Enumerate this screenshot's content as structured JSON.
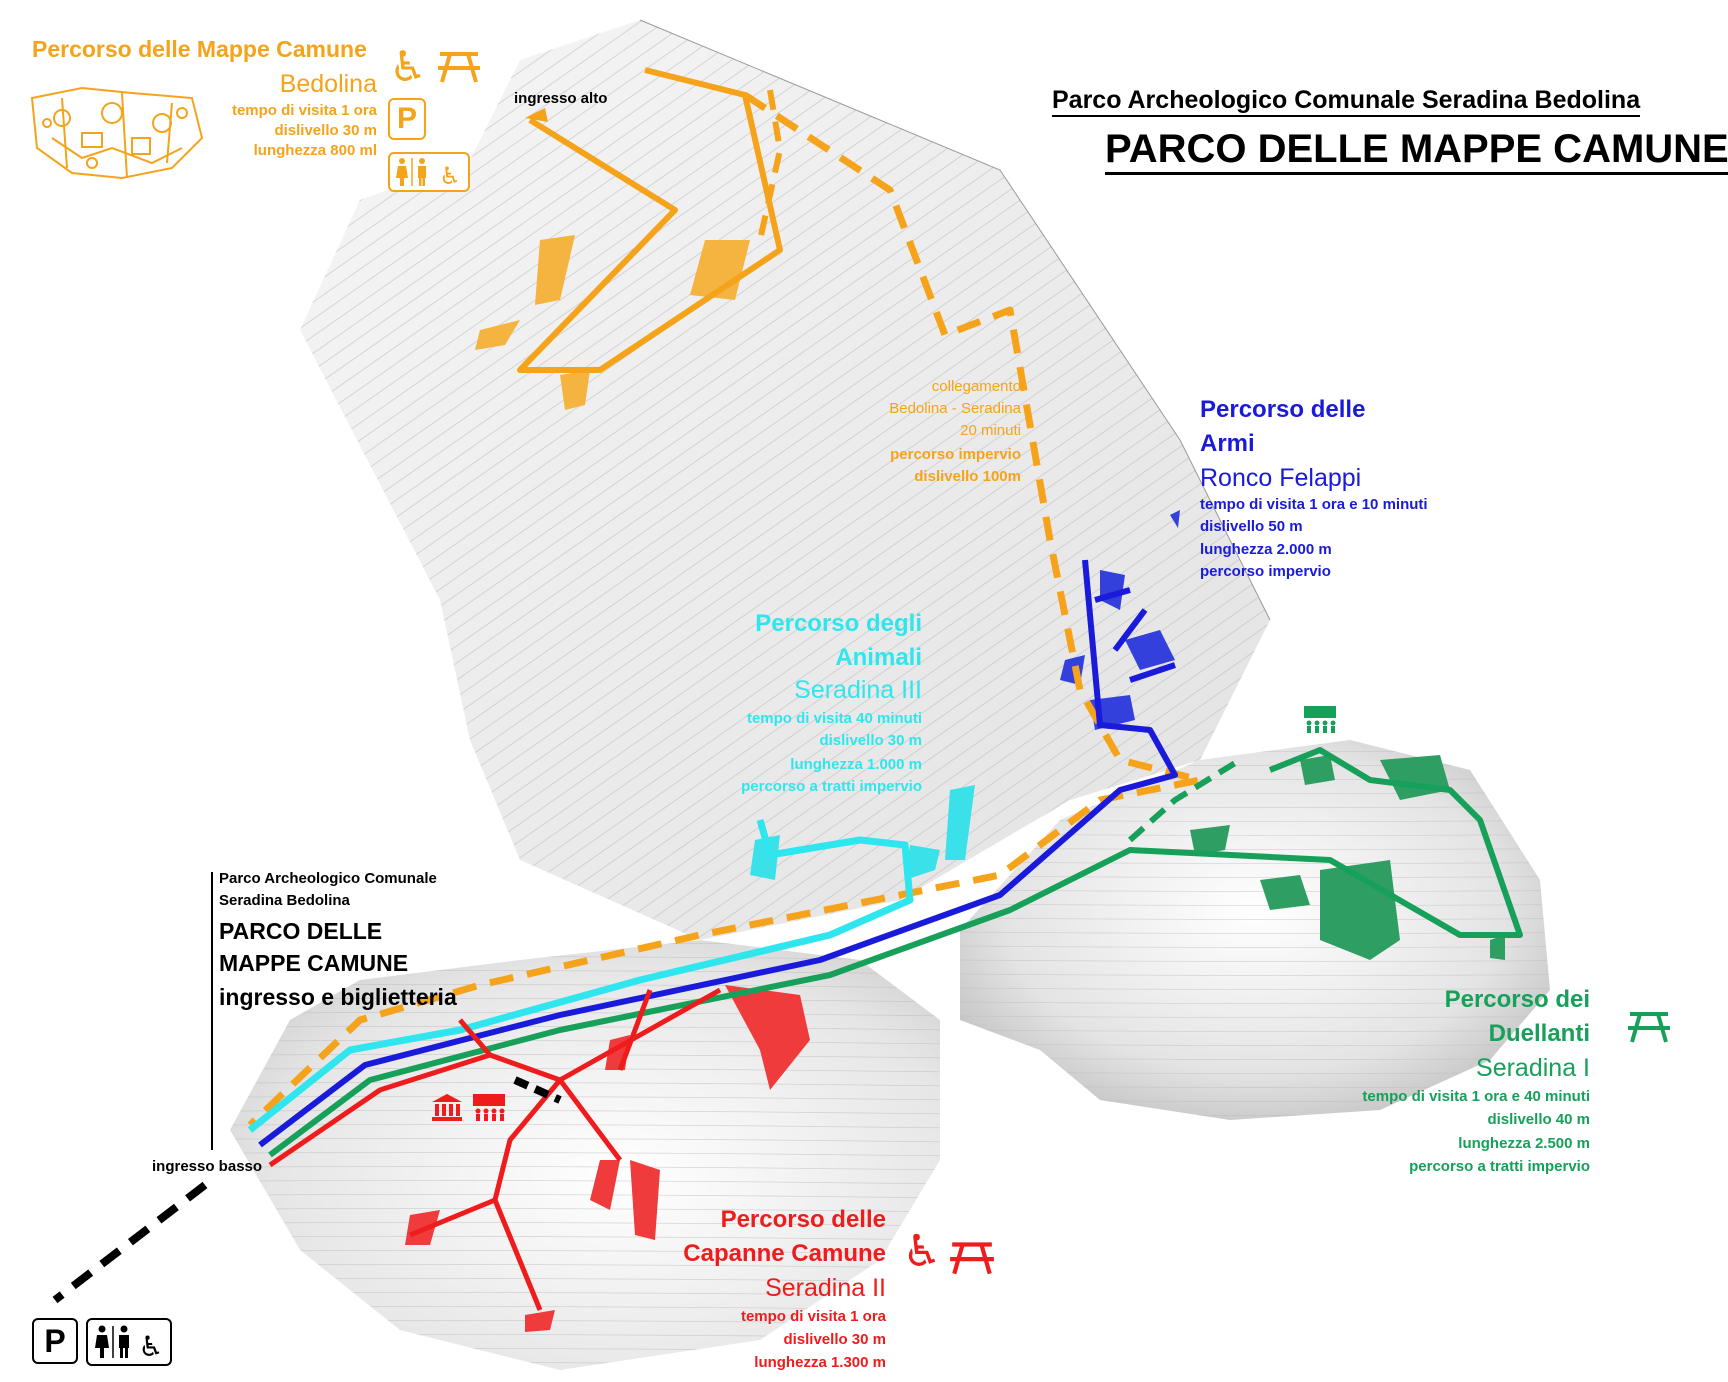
{
  "header": {
    "park_name": "Parco Archeologico Comunale Seradina Bedolina",
    "title": "PARCO DELLE MAPPE CAMUNE"
  },
  "entrance_sign": {
    "line1": "Parco Archeologico Comunale",
    "line2": "Seradina Bedolina",
    "title_line1": "PARCO DELLE",
    "title_line2": "MAPPE CAMUNE",
    "subtitle": "ingresso e biglietteria"
  },
  "places": {
    "upper_entrance": "ingresso alto",
    "lower_entrance": "ingresso basso"
  },
  "connection": {
    "line1": "collegamento",
    "line2": "Bedolina - Seradina",
    "line3": "20 minuti",
    "line4": "percorso impervio",
    "line5": "dislivello 100m",
    "color": "#f5a31a"
  },
  "routes": {
    "mappe": {
      "title": "Percorso delle Mappe Camune",
      "site": "Bedolina",
      "time": "tempo di visita 1 ora",
      "elevation": "dislivello 30 m",
      "length": "lunghezza 800 ml",
      "color": "#f5a31a"
    },
    "armi": {
      "title_line1": "Percorso delle",
      "title_line2": "Armi",
      "site": "Ronco Felappi",
      "time": "tempo di visita 1 ora e 10 minuti",
      "elevation": "dislivello 50 m",
      "length": "lunghezza 2.000 m",
      "note": "percorso impervio",
      "color": "#1a1adb"
    },
    "animali": {
      "title_line1": "Percorso degli",
      "title_line2": "Animali",
      "site": "Seradina III",
      "time": "tempo di visita 40 minuti",
      "elevation": "dislivello 30 m",
      "length": "lunghezza 1.000 m",
      "note": "percorso a tratti impervio",
      "color": "#2fe6ee"
    },
    "duellanti": {
      "title_line1": "Percorso dei",
      "title_line2": "Duellanti",
      "site": "Seradina I",
      "time": "tempo di visita 1 ora e 40 minuti",
      "elevation": "dislivello 40 m",
      "length": "lunghezza 2.500 m",
      "note": "percorso a tratti impervio",
      "color": "#17a05a"
    },
    "capanne": {
      "title_line1": "Percorso delle",
      "title_line2": "Capanne Camune",
      "site": "Seradina II",
      "time": "tempo di visita 1 ora",
      "elevation": "dislivello 30 m",
      "length": "lunghezza 1.300 m",
      "color": "#ee1c1c"
    }
  },
  "icons": {
    "parking_letter": "P",
    "wheelchair": "♿",
    "picnic": "picnic-table",
    "toilets": "toilets",
    "museum": "museum",
    "group": "group-shelter"
  }
}
